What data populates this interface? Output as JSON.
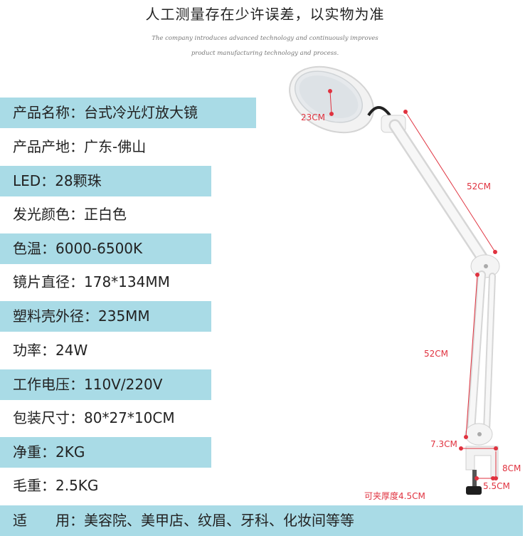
{
  "header": {
    "headline": "人工测量存在少许误差，以实物为准",
    "tagline_line1": "The company introduces advanced technology and continuously improves",
    "tagline_line2": "product manufacturing technology and process."
  },
  "specs": [
    {
      "label": "产品名称：",
      "value": "台式冷光灯放大镜",
      "highlight": true
    },
    {
      "label": "产品产地：",
      "value": "广东-佛山",
      "highlight": false
    },
    {
      "label": "LED：",
      "value": "28颗珠",
      "highlight": true
    },
    {
      "label": "发光颜色：",
      "value": "正白色",
      "highlight": false
    },
    {
      "label": "色温：",
      "value": "6000-6500K",
      "highlight": true
    },
    {
      "label": "镜片直径：",
      "value": "178*134MM",
      "highlight": false
    },
    {
      "label": "塑料壳外径：",
      "value": "235MM",
      "highlight": true
    },
    {
      "label": "功率：",
      "value": "24W",
      "highlight": false
    },
    {
      "label": "工作电压：",
      "value": "110V/220V",
      "highlight": true
    },
    {
      "label": "包装尺寸：",
      "value": "80*27*10CM",
      "highlight": false
    },
    {
      "label": "净重：",
      "value": "2KG",
      "highlight": true
    },
    {
      "label": "毛重：",
      "value": "2.5KG",
      "highlight": false
    },
    {
      "label": "适　　用：",
      "value": "美容院、美甲店、纹眉、牙科、化妆间等等",
      "highlight": true
    }
  ],
  "dimensions": {
    "head": "23CM",
    "upper_arm": "52CM",
    "lower_arm": "52CM",
    "base_width": "7.3CM",
    "clamp_height": "8CM",
    "clamp_depth": "5.5CM",
    "clamp_thickness": "可夹厚度4.5CM"
  },
  "colors": {
    "band": "#a9dbe6",
    "dimension_red": "#e0323f"
  }
}
